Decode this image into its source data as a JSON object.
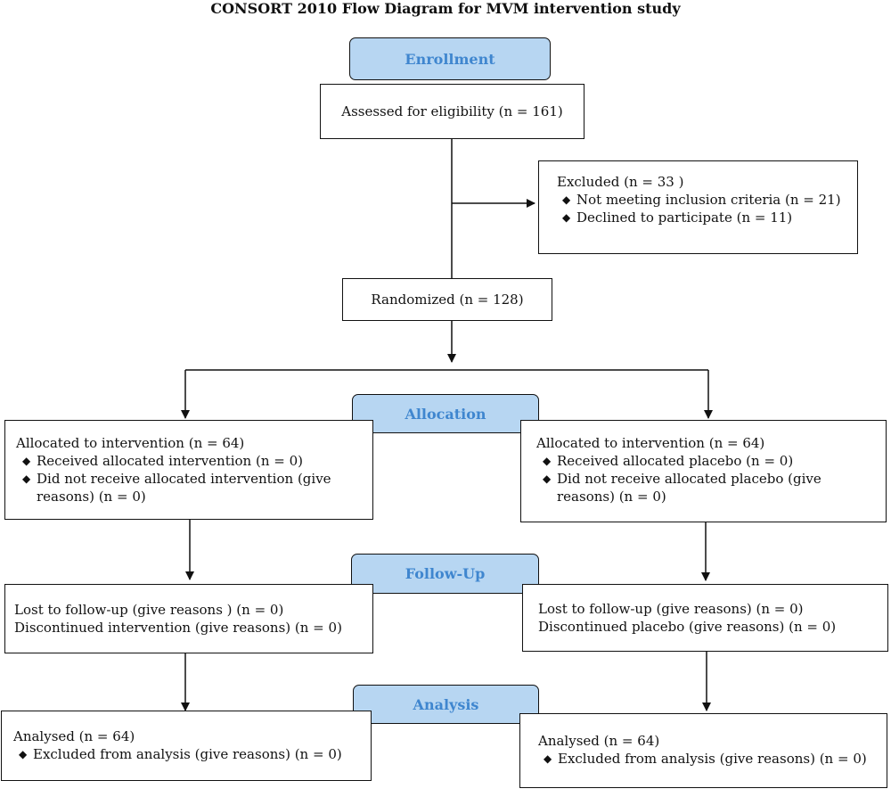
{
  "title": "CONSORT 2010 Flow Diagram for MVM intervention study",
  "stages": {
    "enrollment": "Enrollment",
    "allocation": "Allocation",
    "follow_up": "Follow-Up",
    "analysis": "Analysis"
  },
  "assessed": "Assessed for eligibility (n = 161)",
  "excluded": {
    "heading": "Excluded (n = 33 )",
    "items": [
      "Not meeting inclusion criteria (n = 21)",
      "Declined  to participate (n = 11)"
    ]
  },
  "randomized": "Randomized (n = 128)",
  "allocation_left": {
    "heading": "Allocated to intervention (n = 64)",
    "items": [
      "Received allocated intervention (n = 0)",
      "Did not receive allocated intervention (give reasons) (n = 0)"
    ]
  },
  "allocation_right": {
    "heading": "Allocated to intervention (n = 64)",
    "items": [
      "Received allocated placebo (n = 0)",
      "Did not receive allocated placebo (give reasons) (n = 0)"
    ]
  },
  "followup_left": {
    "lines": [
      "Lost to follow-up (give reasons ) (n = 0)",
      "Discontinued intervention (give reasons) (n = 0)"
    ]
  },
  "followup_right": {
    "lines": [
      "Lost to follow-up (give reasons) (n = 0)",
      "Discontinued placebo (give reasons) (n = 0)"
    ]
  },
  "analysis_left": {
    "heading": "Analysed (n = 64)",
    "items": [
      "Excluded from analysis (give reasons) (n = 0)"
    ]
  },
  "analysis_right": {
    "heading": "Analysed (n = 64)",
    "items": [
      "Excluded from analysis (give reasons) (n = 0)"
    ]
  },
  "colors": {
    "stage_fill": "#b7d6f2",
    "stage_text": "#3f86cf",
    "line": "#111111"
  }
}
